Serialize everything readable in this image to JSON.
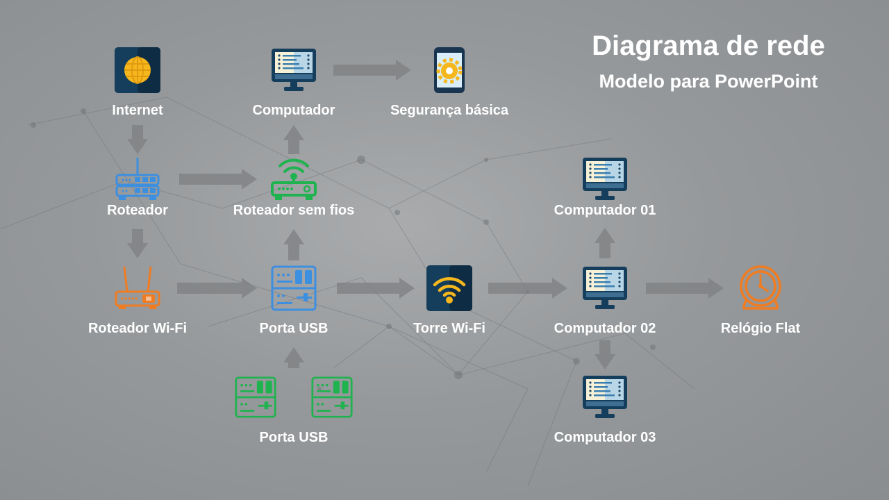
{
  "header": {
    "title": "Diagrama de rede",
    "subtitle": "Modelo para PowerPoint"
  },
  "nodes": [
    {
      "id": "internet",
      "label": "Internet",
      "icon": "globe-icon"
    },
    {
      "id": "computador",
      "label": "Computador",
      "icon": "monitor-icon"
    },
    {
      "id": "seguranca",
      "label": "Segurança básica",
      "icon": "phone-gear-icon"
    },
    {
      "id": "roteador",
      "label": "Roteador",
      "icon": "router-icon"
    },
    {
      "id": "roteador-sem-fios",
      "label": "Roteador sem fios",
      "icon": "wireless-router-icon"
    },
    {
      "id": "computador-01",
      "label": "Computador 01",
      "icon": "monitor-icon"
    },
    {
      "id": "roteador-wifi",
      "label": "Roteador Wi-Fi",
      "icon": "wifi-router-icon"
    },
    {
      "id": "porta-usb",
      "label": "Porta USB",
      "icon": "usb-port-icon"
    },
    {
      "id": "torre-wifi",
      "label": "Torre Wi-Fi",
      "icon": "wifi-tower-icon"
    },
    {
      "id": "computador-02",
      "label": "Computador 02",
      "icon": "monitor-icon"
    },
    {
      "id": "relogio-flat",
      "label": "Relógio Flat",
      "icon": "clock-icon"
    },
    {
      "id": "porta-usb-2",
      "label": "Porta USB",
      "icon": "double-usb-port-icon"
    },
    {
      "id": "computador-03",
      "label": "Computador 03",
      "icon": "monitor-icon"
    }
  ],
  "colors": {
    "blue": "#3d8fe0",
    "green": "#1fb350",
    "orange": "#f07c22",
    "navy": "#153e5c",
    "yellow": "#f5b71c"
  }
}
